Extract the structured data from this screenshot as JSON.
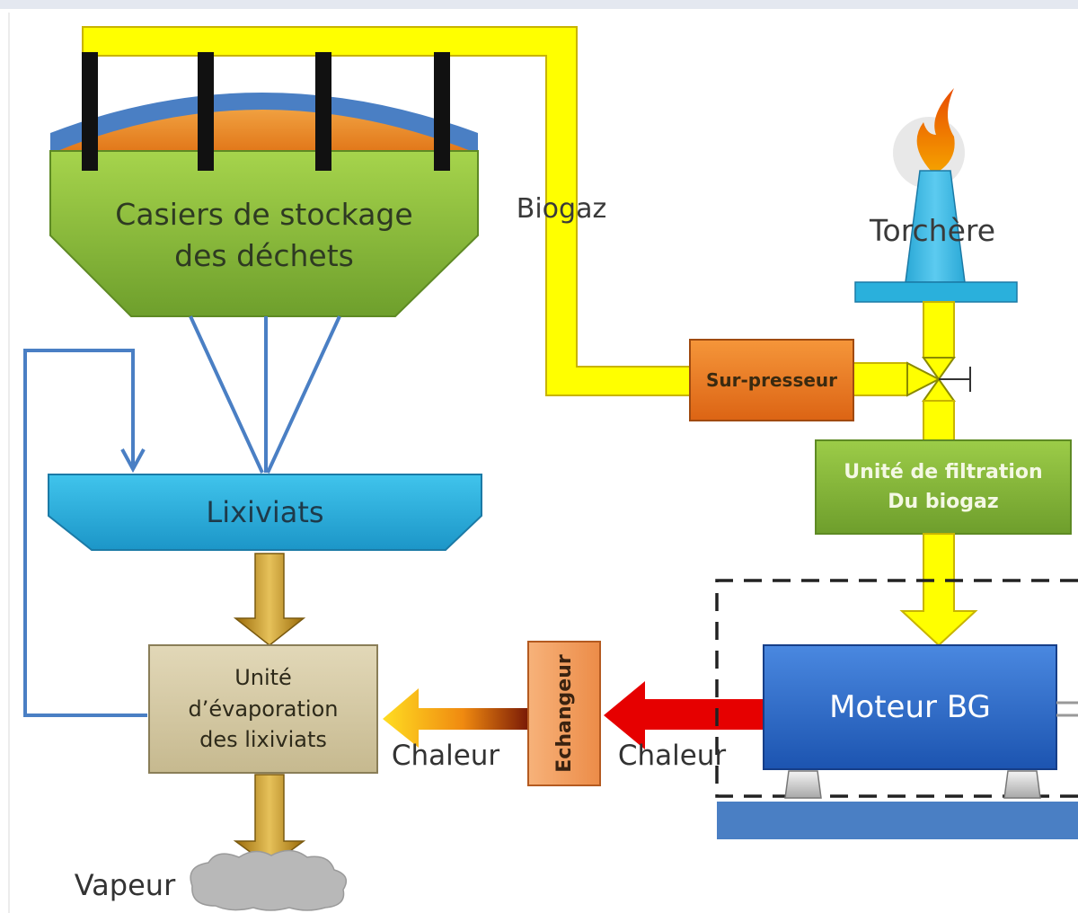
{
  "diagram": {
    "storage": {
      "line1": "Casiers de stockage",
      "line2": "des déchets"
    },
    "biogas_label": "Biogaz",
    "flare_label": "Torchère",
    "booster_label": "Sur-presseur",
    "filtration": {
      "line1": "Unité de filtration",
      "line2": "Du biogaz"
    },
    "leachate_label": "Lixiviats",
    "evaporation": {
      "line1": "Unité",
      "line2": "d’évaporation",
      "line3": "des lixiviats"
    },
    "heat_label_left": "Chaleur",
    "heat_label_right": "Chaleur",
    "exchanger_label": "Echangeur",
    "engine_label": "Moteur BG",
    "vapor_label": "Vapeur"
  },
  "colors": {
    "biogas_pipe": "#ffff00",
    "storage_fill": "#8dc03a",
    "waste_fill": "#ee8a22",
    "leachate_fill": "#2ab0dc",
    "booster_fill": "#e8781e",
    "filtration_fill": "#84b63a",
    "engine_fill": "#2f6fd0",
    "evaporation_fill": "#d9cfae",
    "exchanger_fill": "#f2a060",
    "heat_arrow": "#e60000",
    "flow_lines": "#4a7fc4"
  }
}
